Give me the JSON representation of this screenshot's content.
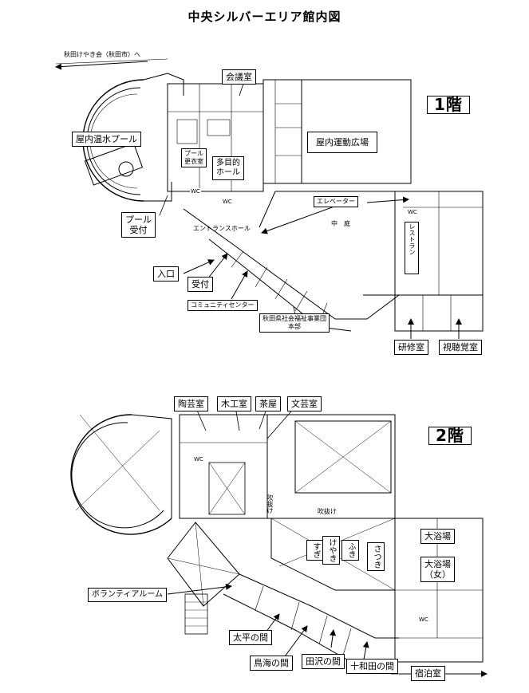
{
  "title": "中央シルバーエリア館内図",
  "floor1": {
    "heading": "1階",
    "direction_note": "秋田けやき会（秋田市）へ",
    "rooms": {
      "meeting_room": "会議室",
      "indoor_pool": "屋内温水プール",
      "pool_changing": "プール\n更衣室",
      "multipurpose_hall": "多目的\nホール",
      "indoor_sports": "屋内運動広場",
      "elevator": "エレベーター",
      "courtyard": "中　庭",
      "entrance_hall": "エントランスホール",
      "pool_reception": "プール\n受付",
      "entrance": "入口",
      "reception": "受付",
      "community_center": "コミュニティセンター",
      "social_welfare": "秋田県社会福祉事業団\n本部",
      "restaurant": "レストラン",
      "training_room": "研修室",
      "av_room": "視聴覚室"
    },
    "wc": [
      "WC",
      "WC",
      "WC"
    ]
  },
  "floor2": {
    "heading": "2階",
    "rooms": {
      "pottery": "陶芸室",
      "woodwork": "木工室",
      "tea_room": "茶屋",
      "literature": "文芸室",
      "atrium_v": "吹抜け",
      "atrium": "吹抜け",
      "sugi": "すぎ",
      "keyaki": "けやき",
      "fuki": "ふき",
      "satsuki": "さつき",
      "bath_big": "大浴場",
      "bath_women": "大浴場\n（女）",
      "volunteer": "ボランティアルーム",
      "taihei": "太平の間",
      "chokai": "鳥海の間",
      "tazawa": "田沢の間",
      "towada": "十和田の間",
      "lodging": "宿泊室"
    },
    "wc": [
      "WC",
      "WC"
    ]
  }
}
